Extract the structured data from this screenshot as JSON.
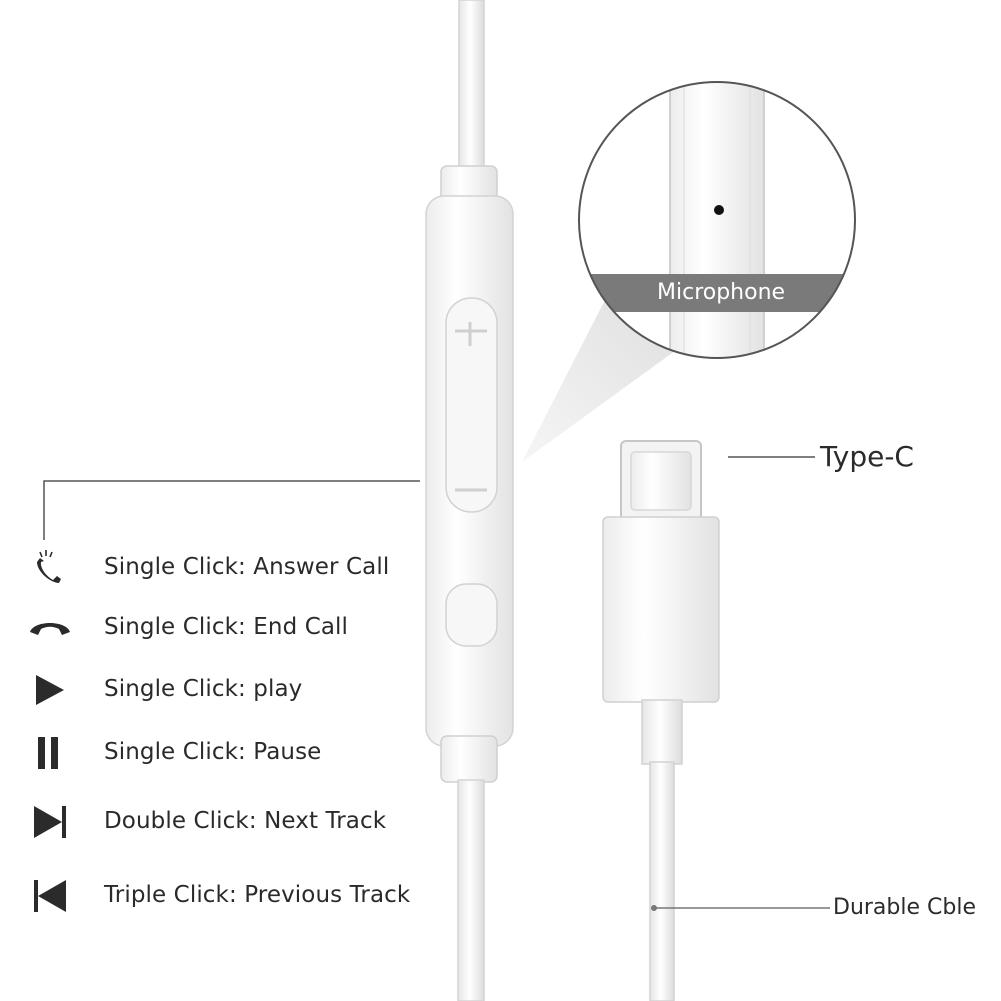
{
  "callouts": {
    "microphone": "Microphone",
    "connector": "Type-C",
    "cable": "Durable Cble"
  },
  "features": [
    {
      "icon": "phone-answer-icon",
      "label": "Single Click: Answer Call"
    },
    {
      "icon": "phone-hangup-icon",
      "label": "Single Click: End Call"
    },
    {
      "icon": "play-icon",
      "label": "Single Click: play"
    },
    {
      "icon": "pause-icon",
      "label": "Single Click: Pause"
    },
    {
      "icon": "next-track-icon",
      "label": "Double Click: Next Track"
    },
    {
      "icon": "previous-track-icon",
      "label": "Triple Click: Previous Track"
    }
  ],
  "colors": {
    "icon": "#2b2b2b",
    "device": "#f5f5f5",
    "device_edge": "#d6d6d6",
    "mic_band": "#7a7a7a"
  }
}
